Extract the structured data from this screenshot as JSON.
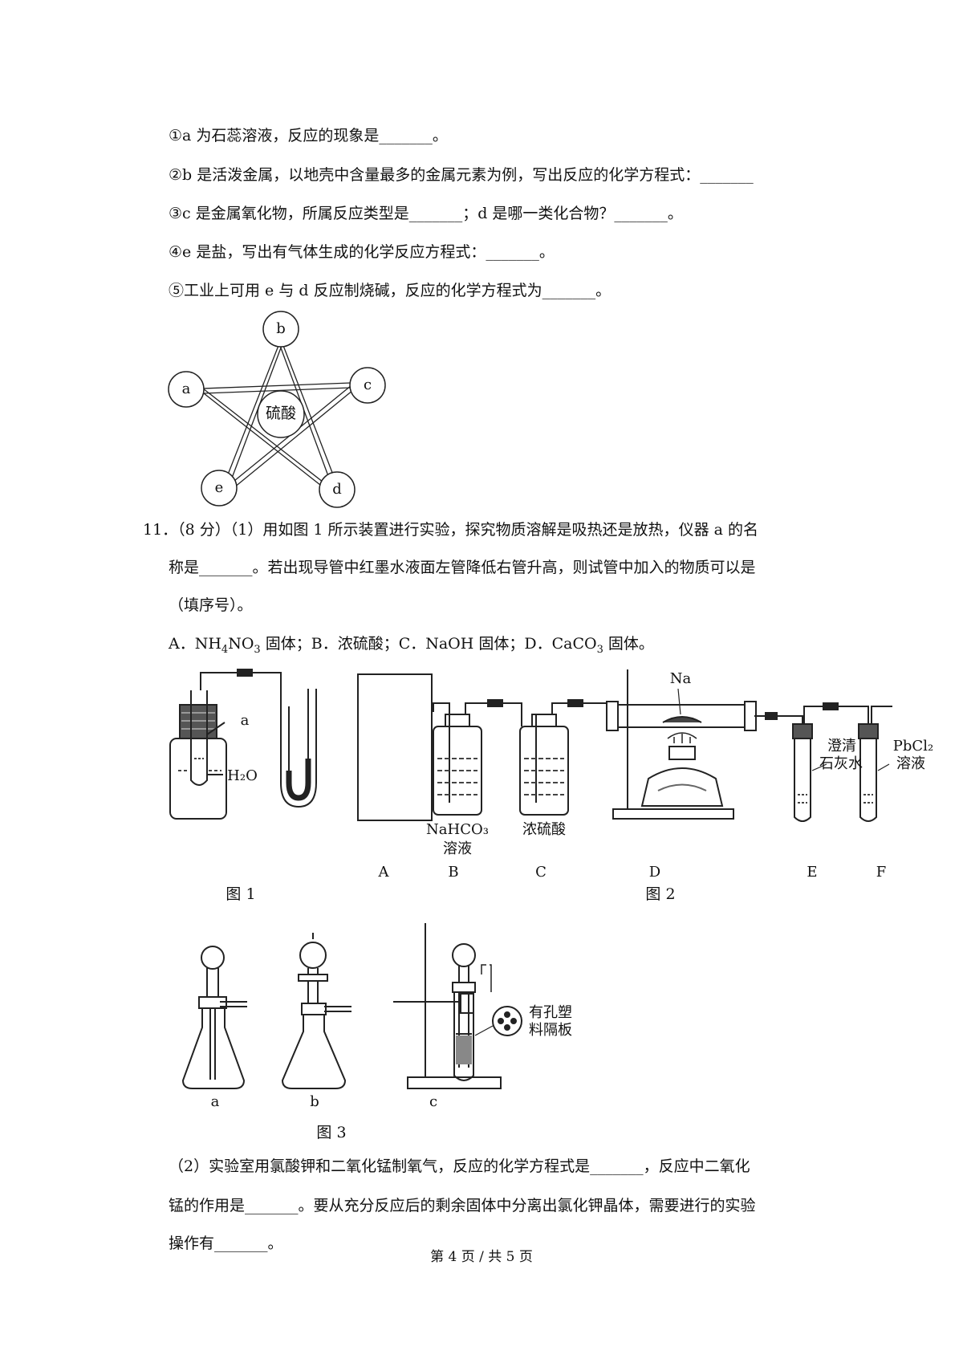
{
  "part10": {
    "items": [
      "①a 为石蕊溶液，反应的现象是_______。",
      "②b 是活泼金属，以地壳中含量最多的金属元素为例，写出反应的化学方程式：_______",
      "③c 是金属氧化物，所属反应类型是_______；d 是哪一类化合物？_______。",
      "④e 是盐，写出有气体生成的化学反应方程式：_______。",
      "⑤工业上可用 e 与 d 反应制烧碱，反应的化学方程式为_______。"
    ],
    "star": {
      "center": "硫酸",
      "nodes": {
        "a": "a",
        "b": "b",
        "c": "c",
        "d": "d",
        "e": "e"
      }
    }
  },
  "question11": {
    "line1": "11．（8 分）（1）用如图 1 所示装置进行实验，探究物质溶解是吸热还是放热，仪器 a 的名",
    "line2": "称是_______。若出现导管中红墨水液面左管降低右管升高，则试管中加入的物质可以是",
    "line3": "（填序号）。",
    "options_parts": [
      "A．NH",
      "4",
      "NO",
      "3",
      " 固体；B．浓硫酸；C．NaOH 固体；D．CaCO",
      "3",
      " 固体。"
    ],
    "fig1": {
      "caption": "图 1",
      "label_a": "a",
      "label_water": "H₂O"
    },
    "fig2": {
      "caption": "图 2",
      "na_label": "Na",
      "b_reagent_1": "NaHCO₃",
      "b_reagent_2": "溶液",
      "c_reagent": "浓硫酸",
      "e_reagent_1": "澄清",
      "e_reagent_2": "石灰水",
      "f_reagent_1": "PbCl₂",
      "f_reagent_2": "溶液",
      "letters": [
        "A",
        "B",
        "C",
        "D",
        "E",
        "F"
      ]
    },
    "fig3": {
      "caption": "图 3",
      "letters": [
        "a",
        "b",
        "c"
      ],
      "plate_label_1": "有孔塑",
      "plate_label_2": "料隔板"
    },
    "part2": [
      "（2）实验室用氯酸钾和二氧化锰制氧气，反应的化学方程式是_______，反应中二氧化",
      "锰的作用是_______。要从充分反应后的剩余固体中分离出氯化钾晶体，需要进行的实验",
      "操作有_______。"
    ]
  },
  "footer": "第 4 页 / 共 5 页"
}
